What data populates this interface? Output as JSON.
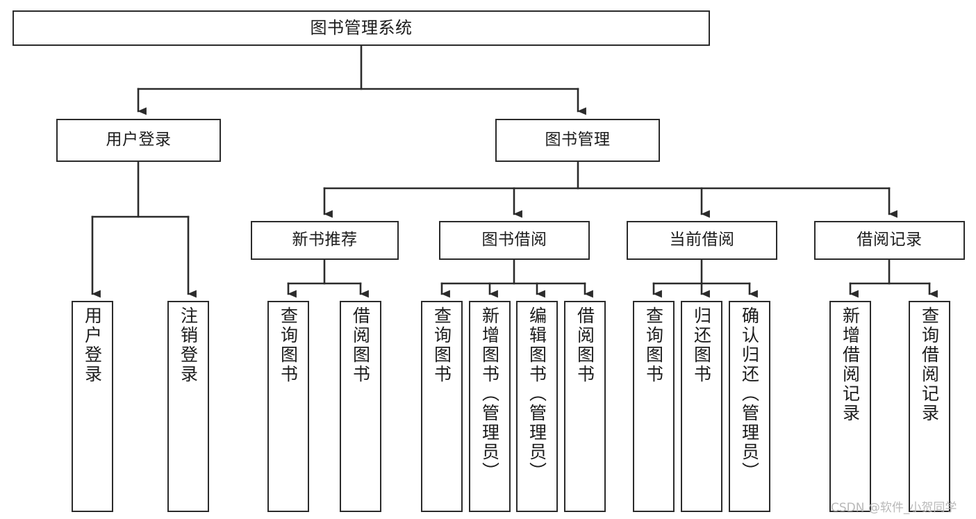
{
  "diagram": {
    "title": "图书管理系统",
    "type": "tree-hierarchy-diagram",
    "colors": {
      "box_border": "#2b2b2b",
      "box_fill": "#ffffff",
      "edge": "#2b2b2b",
      "text": "#1c1c1c",
      "watermark": "#b9b9b9"
    },
    "nodes": {
      "root": {
        "label": "图书管理系统"
      },
      "level2": [
        {
          "id": "user-login",
          "label": "用户登录"
        },
        {
          "id": "book-manage",
          "label": "图书管理"
        }
      ],
      "level3": [
        {
          "id": "new-book-recommend",
          "label": "新书推荐"
        },
        {
          "id": "book-borrow",
          "label": "图书借阅"
        },
        {
          "id": "current-borrow",
          "label": "当前借阅"
        },
        {
          "id": "borrow-record",
          "label": "借阅记录"
        }
      ],
      "leaves": {
        "user-login": [
          {
            "id": "leaf-user-login",
            "label": "用户登录"
          },
          {
            "id": "leaf-logout",
            "label": "注销登录"
          }
        ],
        "new-book-recommend": [
          {
            "id": "leaf-query-book-1",
            "label": "查询图书"
          },
          {
            "id": "leaf-borrow-book-1",
            "label": "借阅图书"
          }
        ],
        "book-borrow": [
          {
            "id": "leaf-query-book-2",
            "label": "查询图书"
          },
          {
            "id": "leaf-add-book",
            "label": "新增图书（管理员）"
          },
          {
            "id": "leaf-edit-book",
            "label": "编辑图书（管理员）"
          },
          {
            "id": "leaf-borrow-book-2",
            "label": "借阅图书"
          }
        ],
        "current-borrow": [
          {
            "id": "leaf-query-book-3",
            "label": "查询图书"
          },
          {
            "id": "leaf-return-book",
            "label": "归还图书"
          },
          {
            "id": "leaf-confirm-return",
            "label": "确认归还（管理员）"
          }
        ],
        "borrow-record": [
          {
            "id": "leaf-add-record",
            "label": "新增借阅记录"
          },
          {
            "id": "leaf-query-record",
            "label": "查询借阅记录"
          }
        ]
      }
    },
    "watermark": "CSDN @软件_小贺同学"
  }
}
